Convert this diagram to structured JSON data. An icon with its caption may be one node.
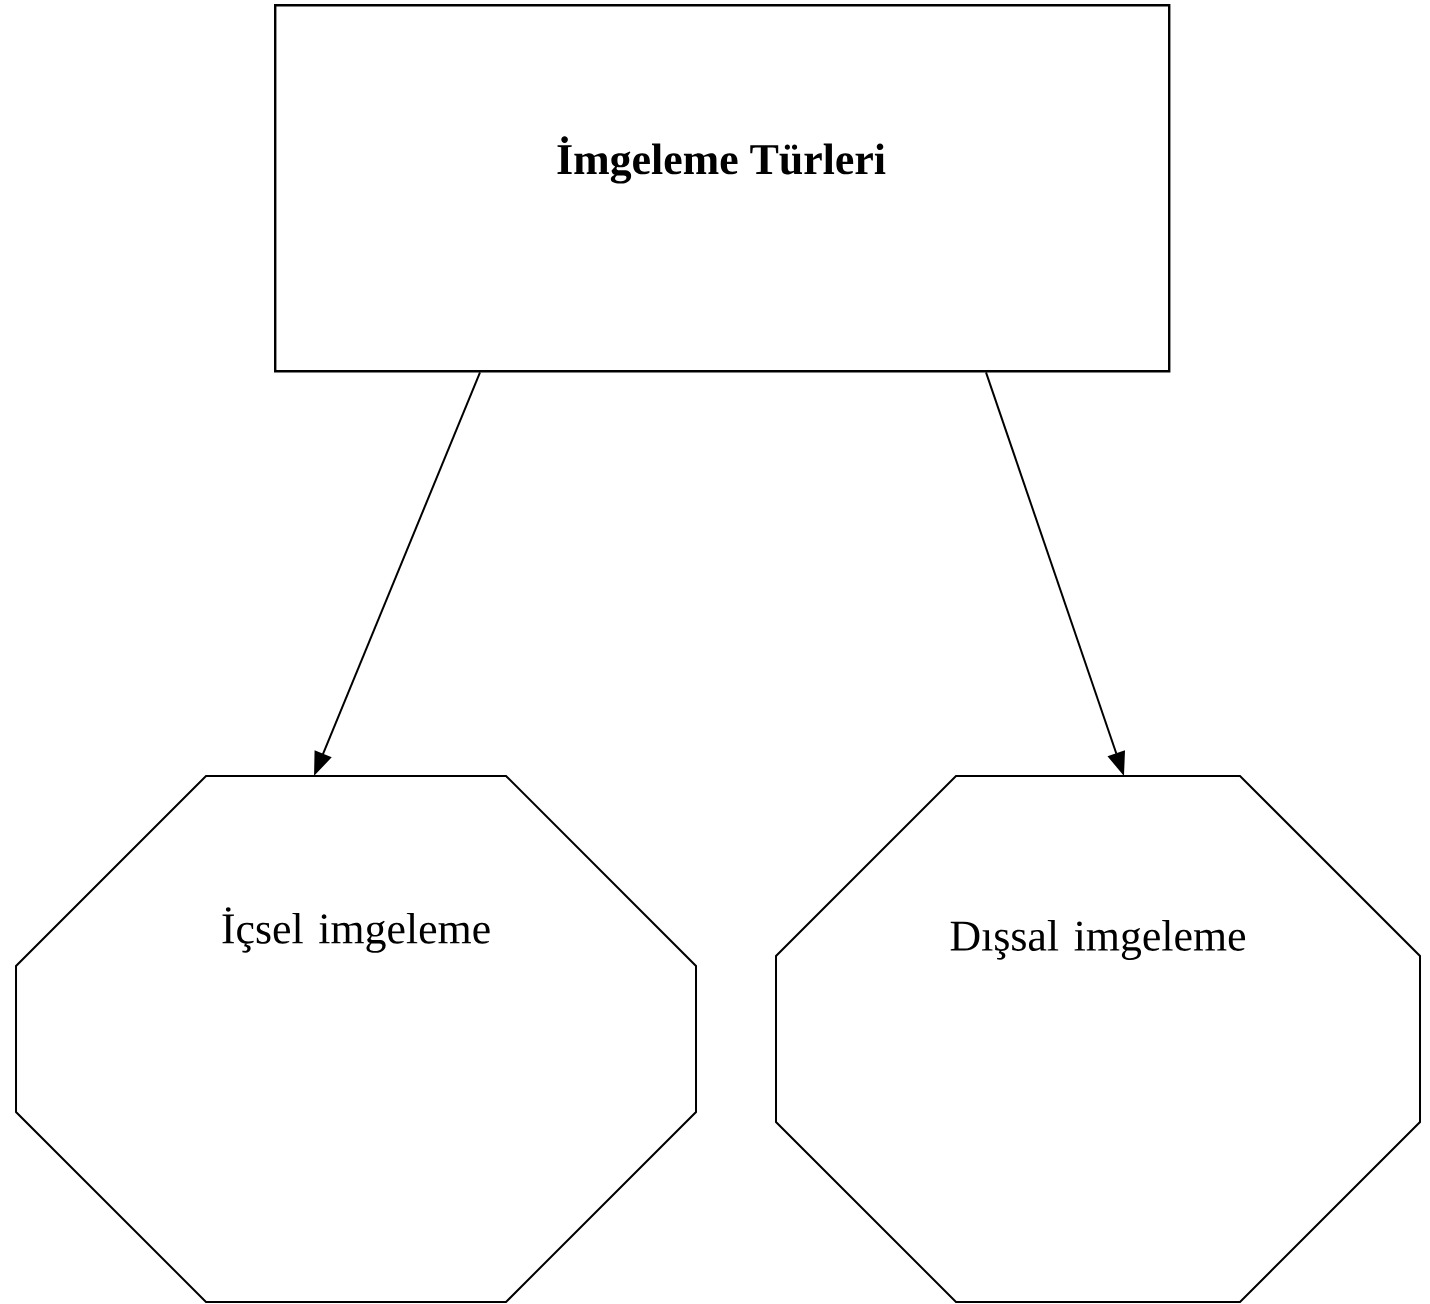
{
  "diagram": {
    "nodes": [
      {
        "text": [
          "İmgeleme Türleri"
        ]
      },
      {
        "text": [
          "İçsel imgeleme"
        ]
      },
      {
        "text": [
          "Dışsal imgeleme"
        ]
      }
    ],
    "edges": [
      {
        "from": 0,
        "to": 1,
        "arrow": "to"
      },
      {
        "from": 0,
        "to": 2,
        "arrow": "to"
      }
    ]
  }
}
